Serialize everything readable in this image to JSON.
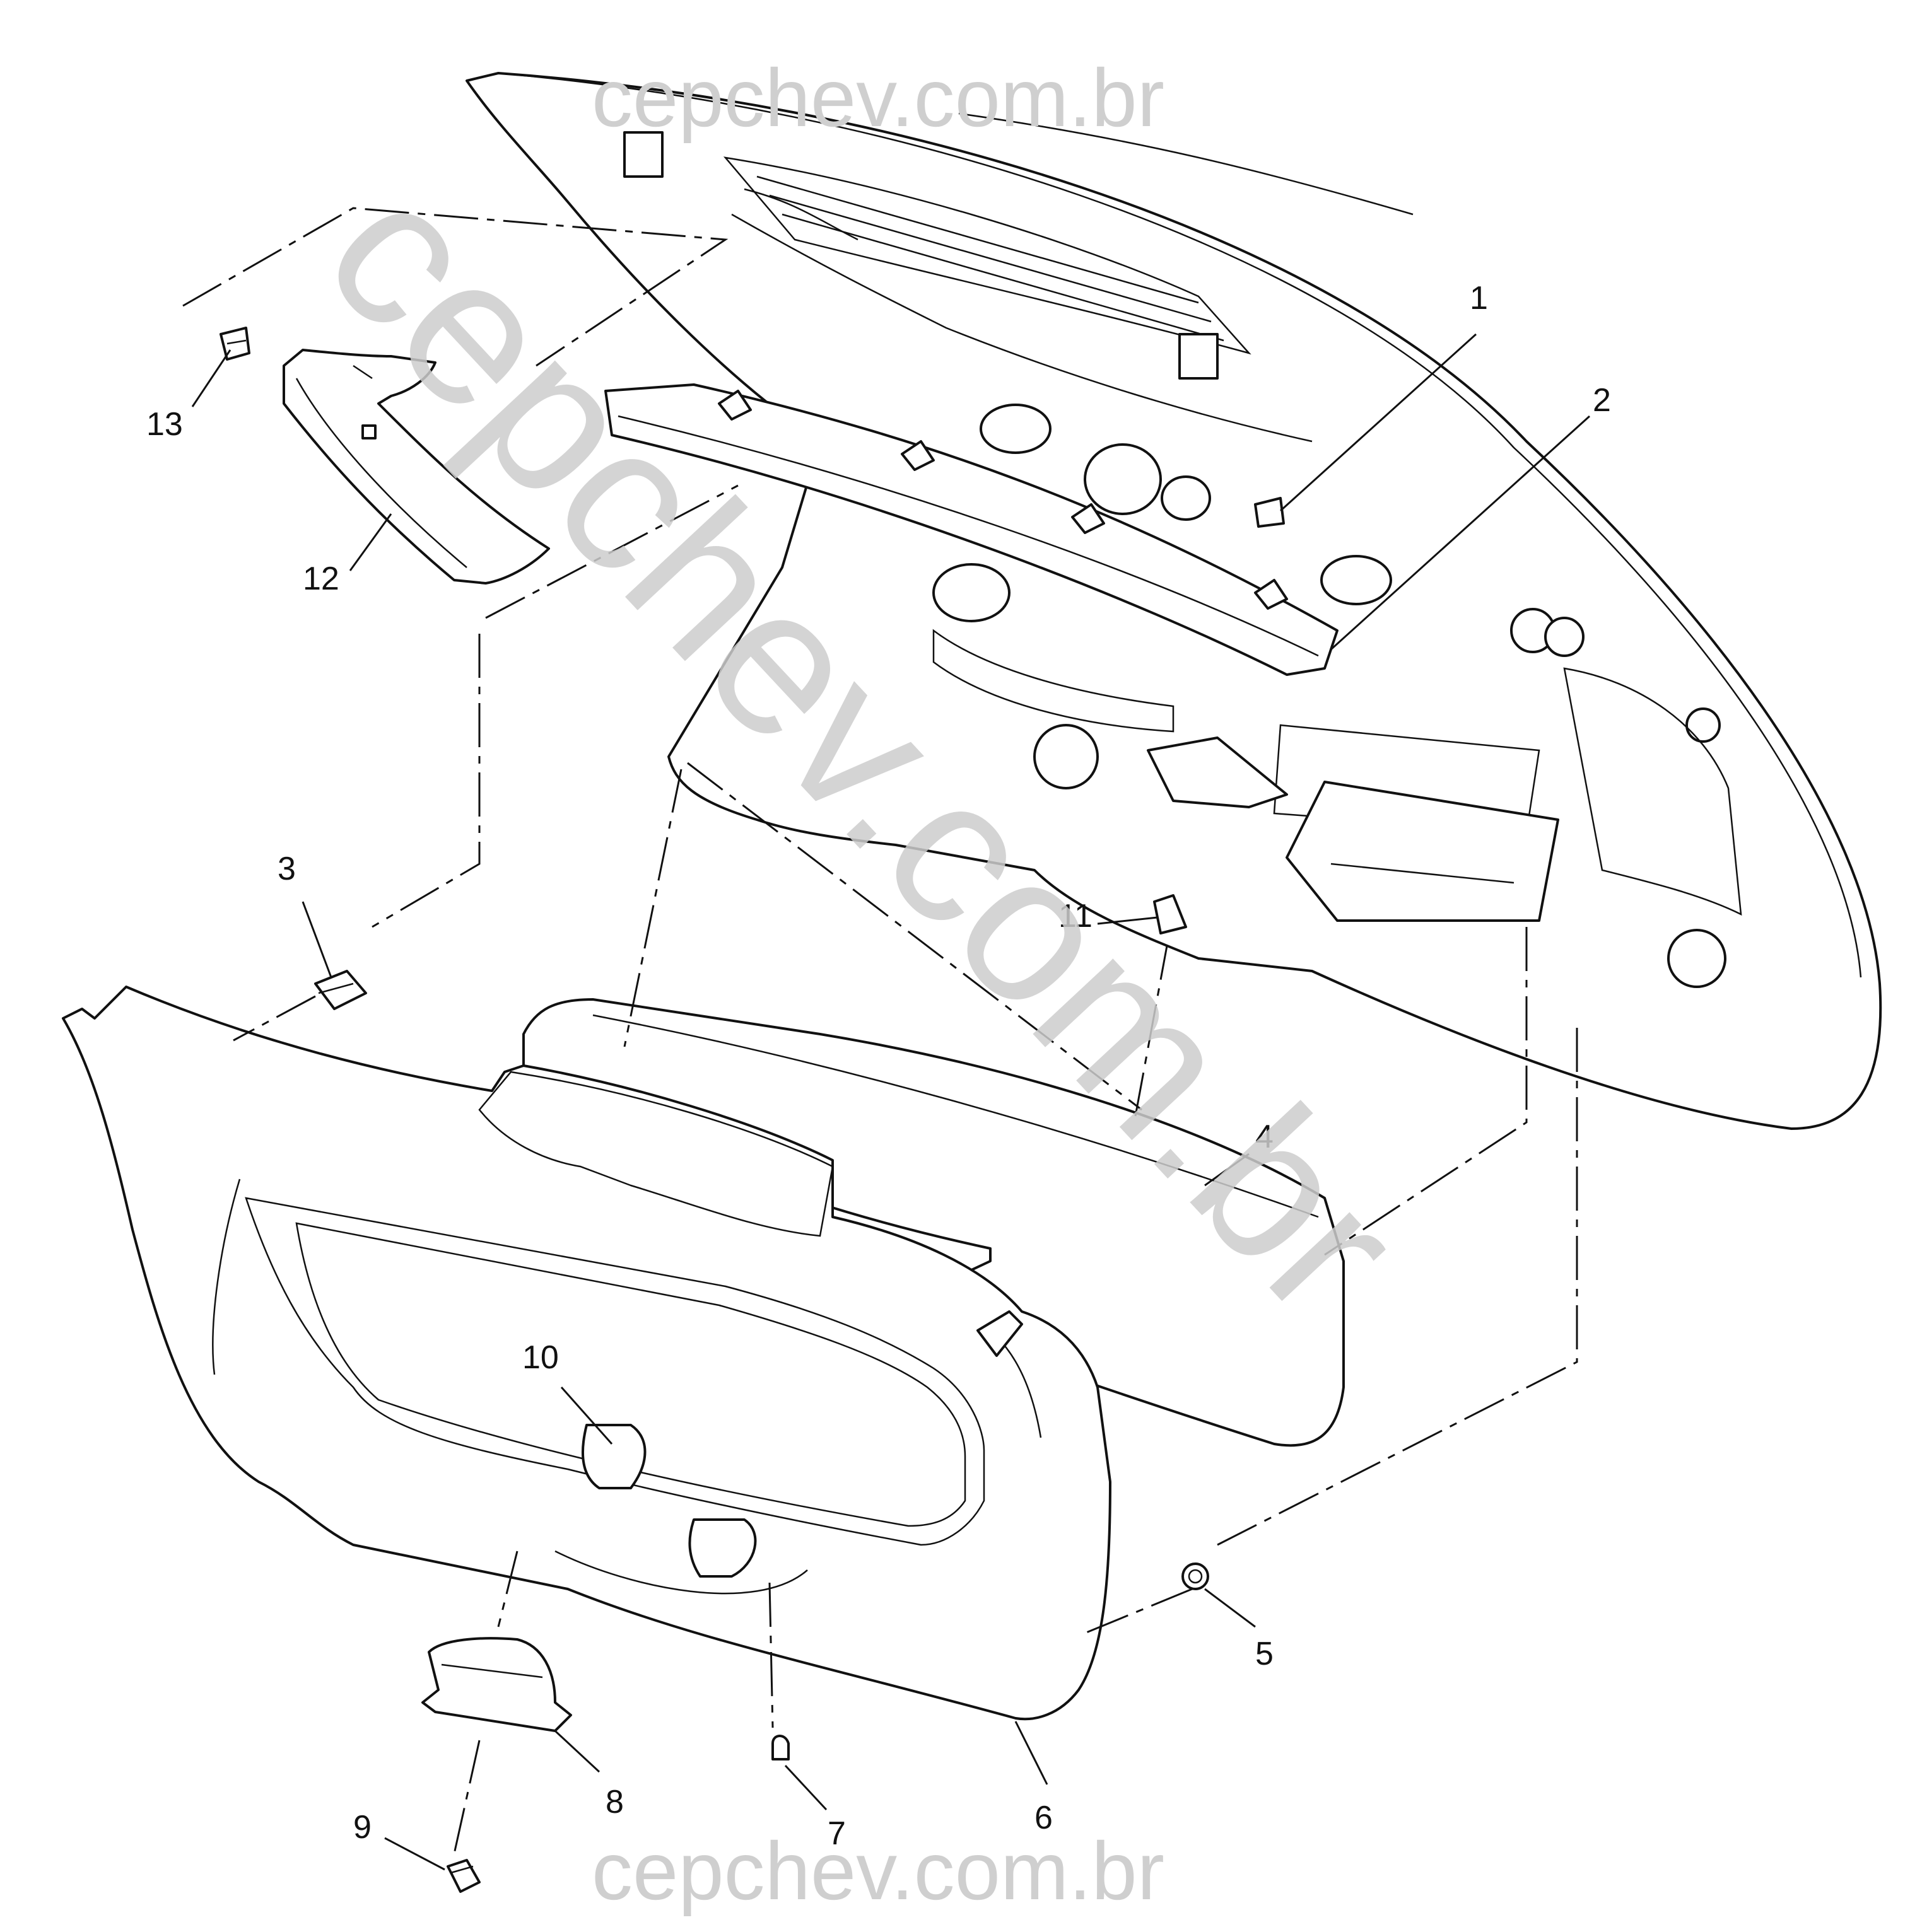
{
  "watermark": {
    "top": "cepchev.com.br",
    "bottom": "cepchev.com.br",
    "diagonal": "cepchev.com.br"
  },
  "callouts": [
    "1",
    "2",
    "3",
    "4",
    "5",
    "6",
    "7",
    "8",
    "9",
    "10",
    "11",
    "12",
    "13"
  ]
}
